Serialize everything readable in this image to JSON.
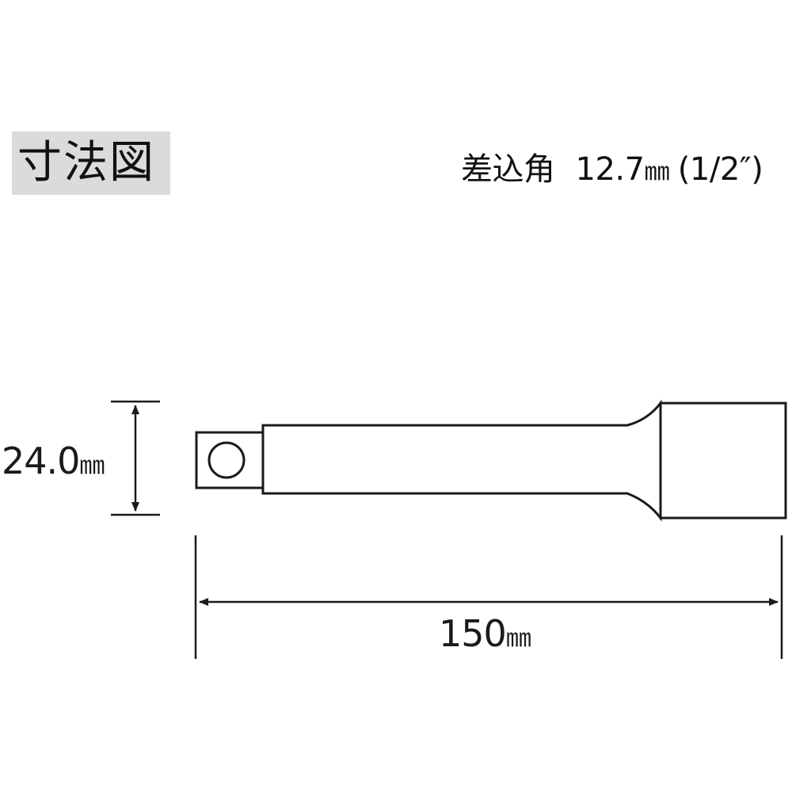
{
  "title": "寸法図",
  "spec": {
    "label": "差込角",
    "value": "12.7",
    "unit": "㎜",
    "imperial": "(1/2″)"
  },
  "dimensions": {
    "height": {
      "value": "24.0",
      "unit": "㎜"
    },
    "length": {
      "value": "150",
      "unit": "㎜"
    }
  },
  "colors": {
    "title_background": "#dcdbdc",
    "line": "#1a1a1a",
    "background": "#ffffff"
  }
}
